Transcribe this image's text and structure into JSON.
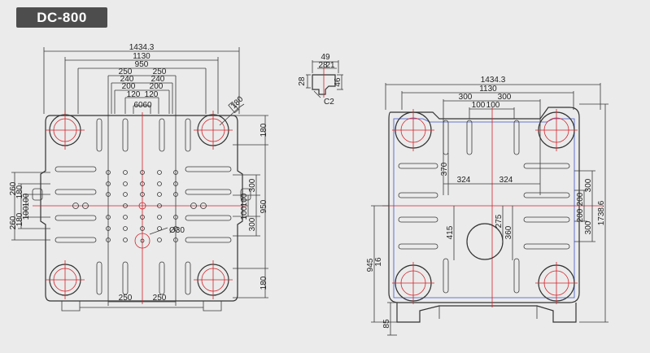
{
  "model": "DC-800",
  "left_view": {
    "top_dims": [
      "1434.3",
      "1130",
      "950",
      "250",
      "250",
      "240",
      "240",
      "200",
      "200",
      "120",
      "120",
      "60",
      "60"
    ],
    "slot_callout": "180",
    "right_dims": [
      "180",
      "300",
      "100",
      "100",
      "300",
      "950",
      "180"
    ],
    "left_dims": [
      "260",
      "180",
      "100",
      "100",
      "180",
      "260"
    ],
    "hole_callout": "Ø30",
    "bottom_dims": [
      "250",
      "250"
    ]
  },
  "detail": {
    "dims": [
      "49",
      "28",
      "21",
      "28",
      "46"
    ],
    "chamfer": "C2"
  },
  "right_view": {
    "top_dims": [
      "1434.3",
      "1130",
      "300",
      "300",
      "100",
      "100"
    ],
    "inner_dims": [
      "370",
      "324",
      "324",
      "415",
      "275",
      "360"
    ],
    "right_dims": [
      "300",
      "200",
      "200",
      "300",
      "1738.6"
    ],
    "left_dims": [
      "945",
      "16",
      "85"
    ]
  }
}
